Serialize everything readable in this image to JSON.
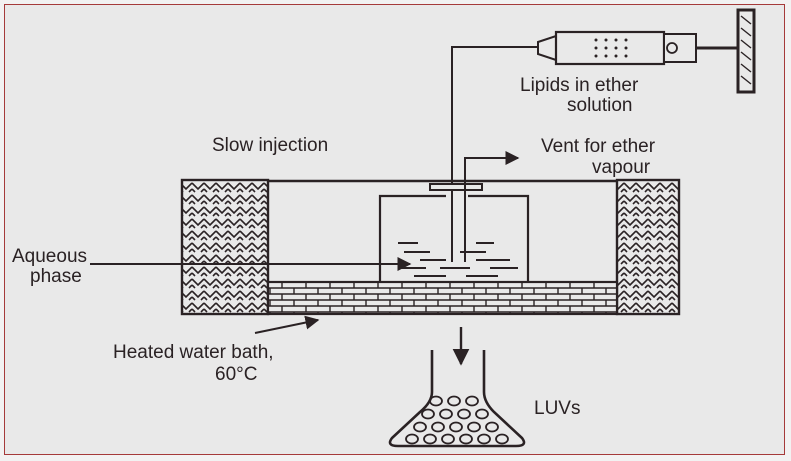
{
  "labels": {
    "lipids_line1": "Lipids in ether",
    "lipids_line2": "solution",
    "slow_injection": "Slow injection",
    "vent_line1": "Vent for ether",
    "vent_line2": "vapour",
    "aqueous_line1": "Aqueous",
    "aqueous_line2": "phase",
    "water_bath_line1": "Heated water bath,",
    "water_bath_line2": "60°C",
    "luvs": "LUVs"
  },
  "colors": {
    "ink": "#2a2224",
    "frame": "#a53a3a",
    "background": "#e9e9e9"
  }
}
